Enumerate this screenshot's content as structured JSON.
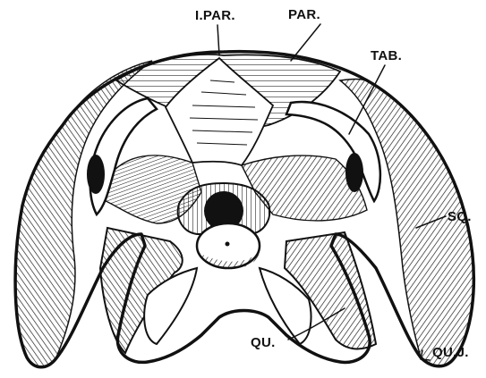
{
  "labels": {
    "ipar": "I.PAR.",
    "par": "PAR.",
    "tab": "TAB.",
    "sq": "SQ.",
    "qu": "QU.",
    "quj": "QU.J."
  },
  "colors": {
    "ink": "#111111",
    "paper": "#ffffff"
  }
}
